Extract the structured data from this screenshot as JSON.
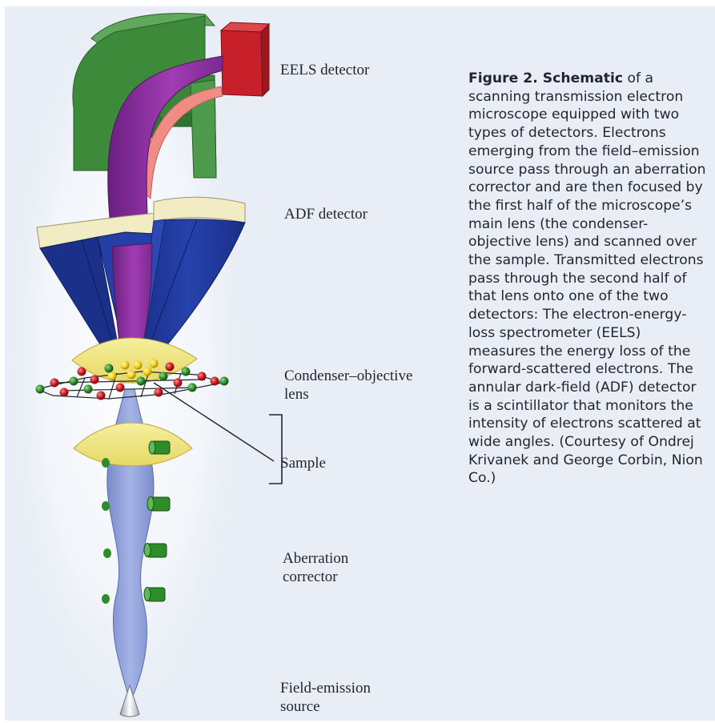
{
  "labels": {
    "eels_detector": "EELS detector",
    "adf_detector": "ADF detector",
    "condenser_objective_lens": "Condenser–objective\nlens",
    "sample": "Sample",
    "aberration_corrector": "Aberration\ncorrector",
    "field_emission_source": "Field-emission\nsource"
  },
  "caption": {
    "lead": "Figure 2. Schematic",
    "body": " of a scanning transmission electron microscope equipped with two types of detectors. Electrons emerging from the field–emission source pass through an aberration corrector and are then focused by the first half of the microscope’s main lens (the condenser-objective lens) and scanned over the sample. Transmitted electrons pass through the second half of that lens onto one of the two detectors: The electron-energy-loss spectrometer (EELS) measures the energy loss of the forward-scattered electrons. The annular dark-field (ADF) detector is a scintillator that monitors the intensity of electrons scattered at wide angles. (Courtesy of Ondrej Krivanek and George Corbin, Nion Co.)"
  },
  "colors": {
    "background": "#e9eef6",
    "spectrometer_green": "#3d8a3b",
    "eels_detector_red": "#c8202a",
    "beam_purple": "#8a2e9c",
    "adf_blue": "#1f3899",
    "adf_cap": "#f2ecc4",
    "lens_yellow": "#eee27e",
    "beam_lavender": "#8ea0d8",
    "atom_red": "#c41d25",
    "atom_green": "#2f8c2a",
    "atom_yellow": "#f2d21a"
  }
}
